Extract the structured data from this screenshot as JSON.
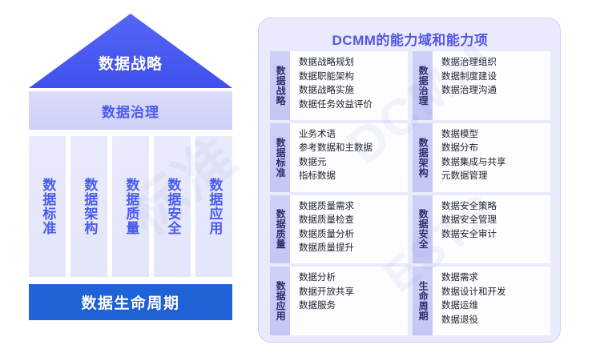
{
  "house": {
    "roof": {
      "label": "数据战略",
      "color": "#4a5bef"
    },
    "governance": {
      "label": "数据治理",
      "color": "#d5d6f8"
    },
    "pillars": [
      {
        "label": "数据标准"
      },
      {
        "label": "数据架构"
      },
      {
        "label": "数据质量"
      },
      {
        "label": "数据安全"
      },
      {
        "label": "数据应用"
      }
    ],
    "foundation": {
      "label": "数据生命周期",
      "color": "#1f63d6"
    }
  },
  "panel": {
    "title": "DCMM的能力域和能力项",
    "title_color": "#5555e6",
    "background": "#e9eafc",
    "label_color": "#c7c9f5",
    "domains": [
      {
        "name": "数据战略",
        "items": [
          "数据战略规划",
          "数据职能架构",
          "数据战略实施",
          "数据任务效益评价"
        ]
      },
      {
        "name": "数据治理",
        "items": [
          "数据治理组织",
          "数据制度建设",
          "数据治理沟通"
        ]
      },
      {
        "name": "数据标准",
        "items": [
          "业务术语",
          "参考数据和主数据",
          "数据元",
          "指标数据"
        ]
      },
      {
        "name": "数据架构",
        "items": [
          "数据模型",
          "数据分布",
          "数据集成与共享",
          "元数据管理"
        ]
      },
      {
        "name": "数据质量",
        "items": [
          "数据质量需求",
          "数据质量检查",
          "数据质量分析",
          "数据质量提升"
        ]
      },
      {
        "name": "数据安全",
        "items": [
          "数据安全策略",
          "数据安全管理",
          "数据安全审计"
        ]
      },
      {
        "name": "数据应用",
        "items": [
          "数据分析",
          "数据开放共享",
          "数据服务"
        ]
      },
      {
        "name": "生命周期",
        "items": [
          "数据需求",
          "数据设计和开发",
          "数据运维",
          "数据退役"
        ]
      }
    ]
  },
  "watermark": {
    "lines": [
      "标准",
      "DCMM",
      "ESTS"
    ]
  }
}
